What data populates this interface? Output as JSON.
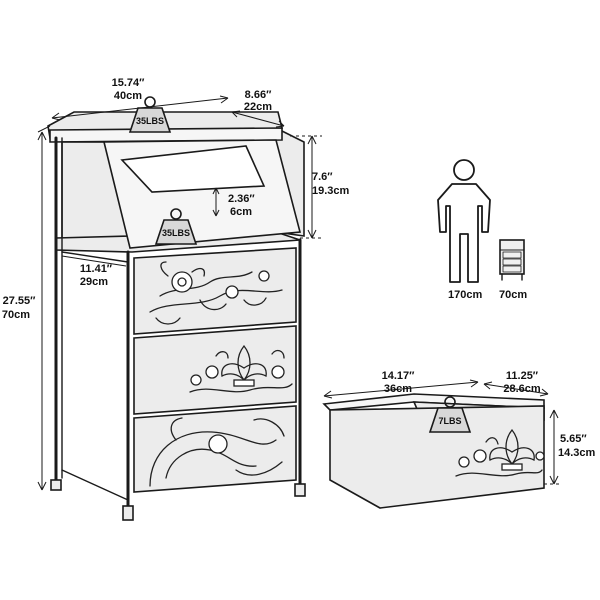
{
  "dimensions": {
    "width_in": "15.74″",
    "width_cm": "40cm",
    "depth_in": "8.66″",
    "depth_cm": "22cm",
    "height_in": "27.55″",
    "height_cm": "70cm",
    "shelf_depth_in": "11.41″",
    "shelf_depth_cm": "29cm",
    "open_gap_in": "7.6″",
    "open_gap_cm": "19.3cm",
    "rail_in": "2.36″",
    "rail_cm": "6cm"
  },
  "load": {
    "top_shelf": "35LBS",
    "middle_shelf": "35LBS",
    "drawer": "7LBS"
  },
  "scale": {
    "person": "170cm",
    "unit": "70cm"
  },
  "drawer": {
    "width_in": "14.17″",
    "width_cm": "36cm",
    "depth_in": "11.25″",
    "depth_cm": "28.6cm",
    "height_in": "5.65″",
    "height_cm": "14.3cm"
  },
  "colors": {
    "ink": "#1a1a1a",
    "panel": "#ececec",
    "background": "#ffffff"
  }
}
